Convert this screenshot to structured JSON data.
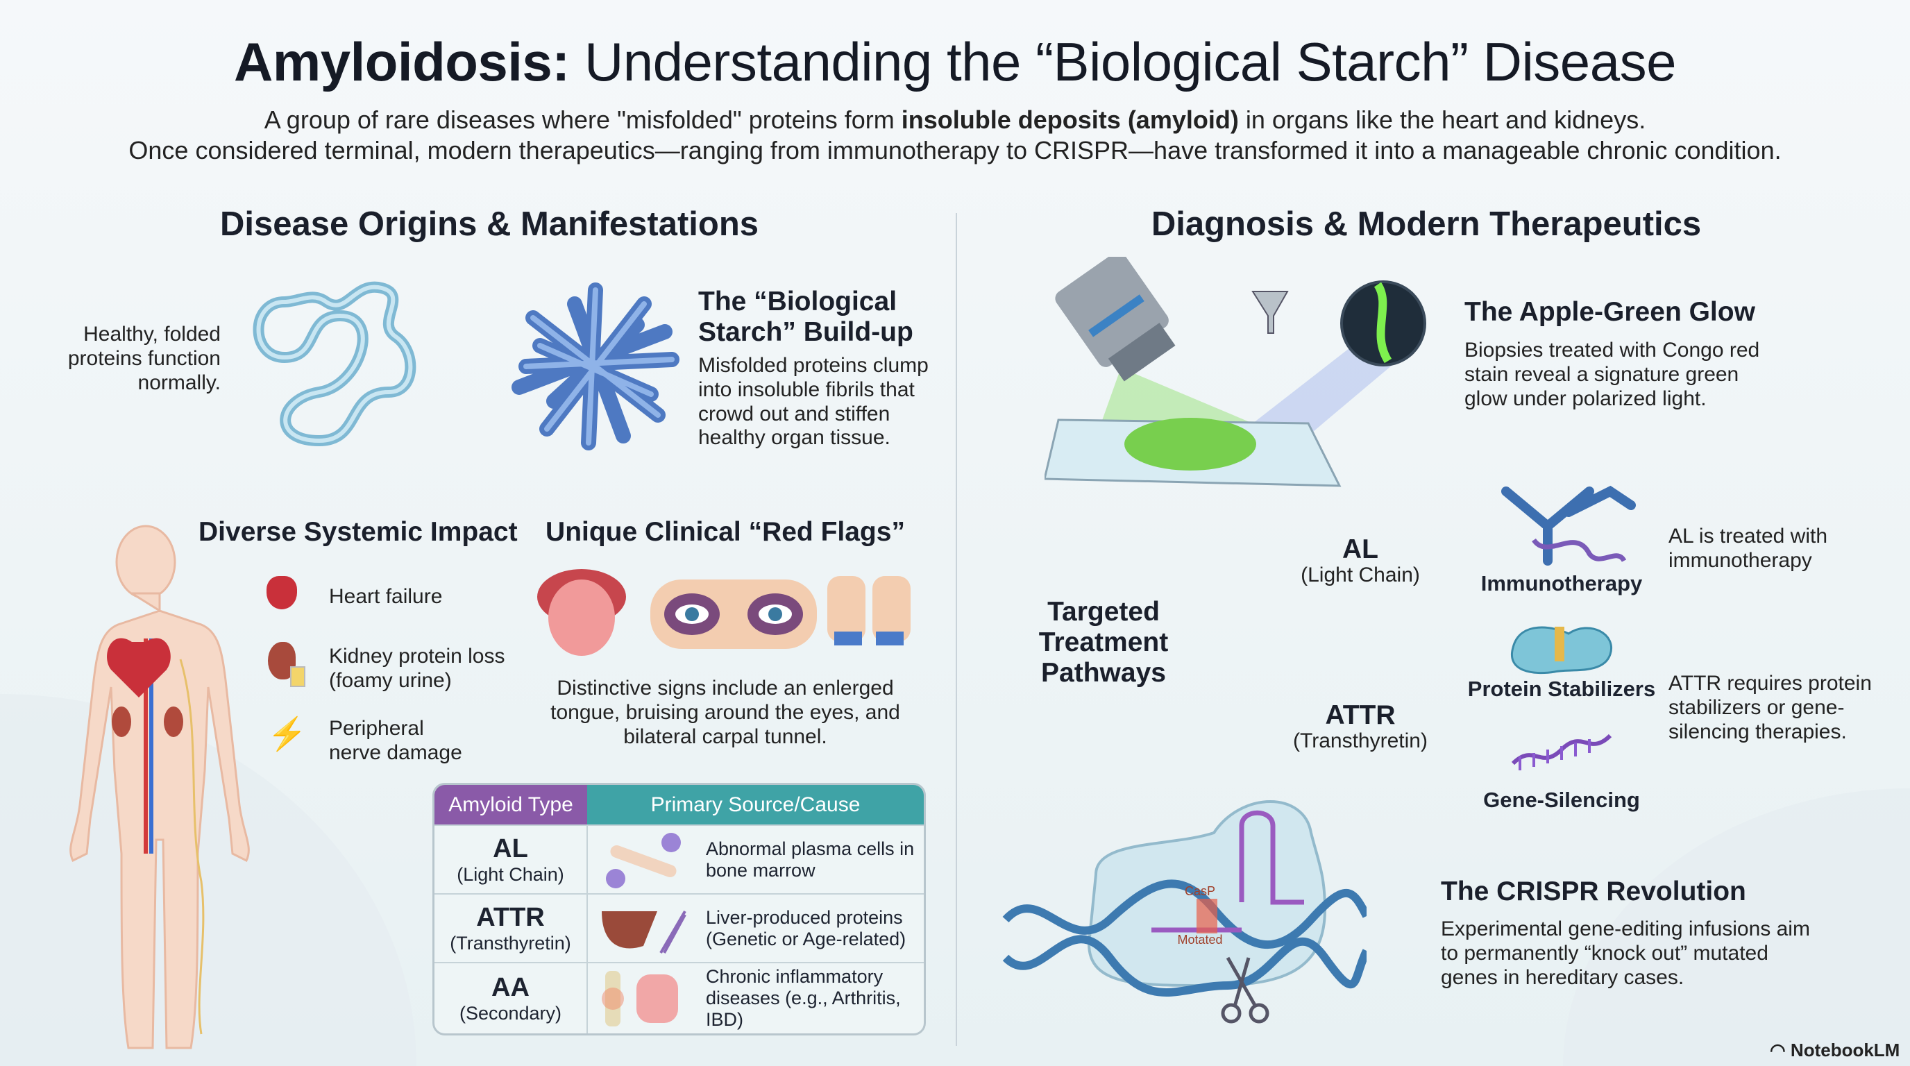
{
  "title": {
    "bold": "Amyloidosis:",
    "rest": " Understanding the “Biological Starch” Disease"
  },
  "subtitle": {
    "line1_a": "A group of rare diseases where \"misfolded\" proteins form ",
    "line1_bold": "insoluble deposits (amyloid)",
    "line1_b": " in organs like the heart and kidneys.",
    "line2": "Once considered terminal, modern therapeutics—ranging from immunotherapy to CRISPR—have transformed it into a manageable chronic condition."
  },
  "left": {
    "heading": "Disease Origins & Manifestations",
    "healthy": "Healthy, folded proteins function normally.",
    "buildup_title": "The “Biological Starch” Build-up",
    "buildup_desc": "Misfolded proteins clump into insoluble fibrils that crowd out and stiffen healthy organ tissue.",
    "impact_title": "Diverse Systemic Impact",
    "impacts": [
      "Heart failure",
      "Kidney protein loss (foamy urine)",
      "Peripheral nerve damage"
    ],
    "flags_title": "Unique Clinical “Red Flags”",
    "flags_desc": "Distinctive signs include an enlerged tongue, bruising around the eyes, and bilateral carpal tunnel.",
    "table": {
      "headers": [
        "Amyloid Type",
        "Primary Source/Cause"
      ],
      "rows": [
        {
          "type": "AL",
          "sub": "(Light Chain)",
          "cause": "Abnormal plasma cells in bone marrow"
        },
        {
          "type": "ATTR",
          "sub": "(Transthyretin)",
          "cause": "Liver-produced proteins (Genetic or Age-related)"
        },
        {
          "type": "AA",
          "sub": "(Secondary)",
          "cause": "Chronic inflammatory diseases (e.g., Arthritis, IBD)"
        }
      ]
    }
  },
  "right": {
    "heading": "Diagnosis & Modern Therapeutics",
    "glow_title": "The Apple-Green Glow",
    "glow_desc": "Biopsies treated with Congo red stain reveal a signature green glow under polarized light.",
    "pathways": "Targeted Treatment Pathways",
    "al": {
      "type": "AL",
      "sub": "(Light Chain)",
      "note": "AL is treated with immunotherapy"
    },
    "attr": {
      "type": "ATTR",
      "sub": "(Transthyretin)",
      "note": "ATTR requires protein stabilizers or gene-silencing therapies."
    },
    "therapies": [
      "Immunotherapy",
      "Protein Stabilizers",
      "Gene-Silencing"
    ],
    "crispr_title": "The CRISPR Revolution",
    "crispr_desc": "Experimental gene-editing infusions aim to permanently “knock out” mutated genes in hereditary cases.",
    "crispr_labels": {
      "cas": "CasP",
      "mut": "Motated"
    }
  },
  "footer": {
    "brand": "NotebookLM"
  },
  "colors": {
    "purple": "#8a5aa8",
    "teal": "#3fa3a6",
    "green": "#6fd14a",
    "dna": "#3d7ab0"
  }
}
